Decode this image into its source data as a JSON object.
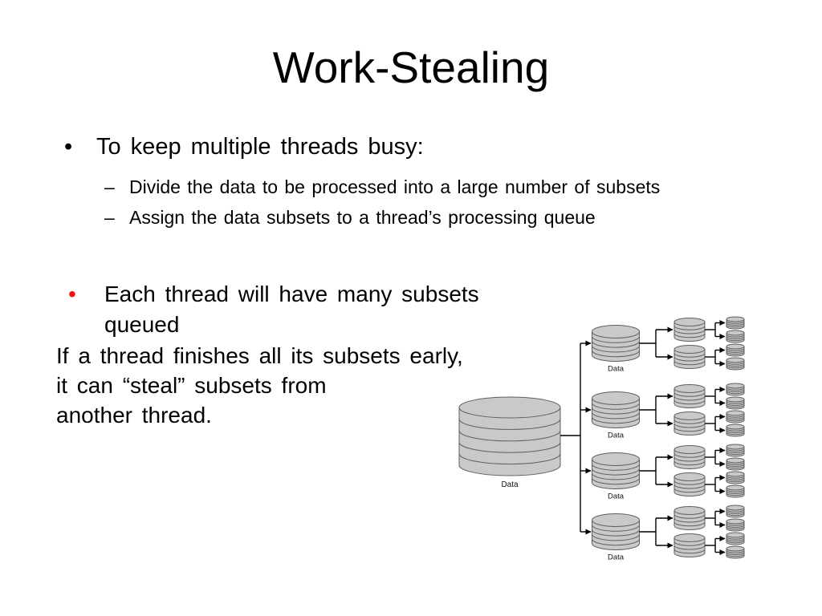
{
  "slide": {
    "title": "Work-Stealing",
    "bullets": {
      "marker": "•",
      "sub_marker": "–",
      "main": "To keep multiple threads busy:",
      "sub": [
        "Divide the data to be processed into a large number of subsets",
        "Assign the data subsets to a thread’s processing queue"
      ]
    },
    "red_bullet": {
      "marker": "•",
      "color": "#ee1111",
      "lines": [
        "Each thread will have many subsets",
        "queued"
      ]
    },
    "note": {
      "lines": [
        "If a thread finishes all its subsets early,",
        "it can “steal” subsets from",
        "another thread."
      ]
    },
    "colors": {
      "text": "#000000",
      "background": "#ffffff"
    }
  },
  "diagram": {
    "root_label": "Data",
    "group_labels": [
      "Data",
      "Data",
      "Data",
      "Data"
    ],
    "groups": 4,
    "small_per_group": 2,
    "tiny_per_small": 2,
    "cylinder_fill": "#c9c9c9",
    "cylinder_stroke": "#5f5f5f",
    "connector_color": "#000000",
    "label_color": "#111111"
  }
}
